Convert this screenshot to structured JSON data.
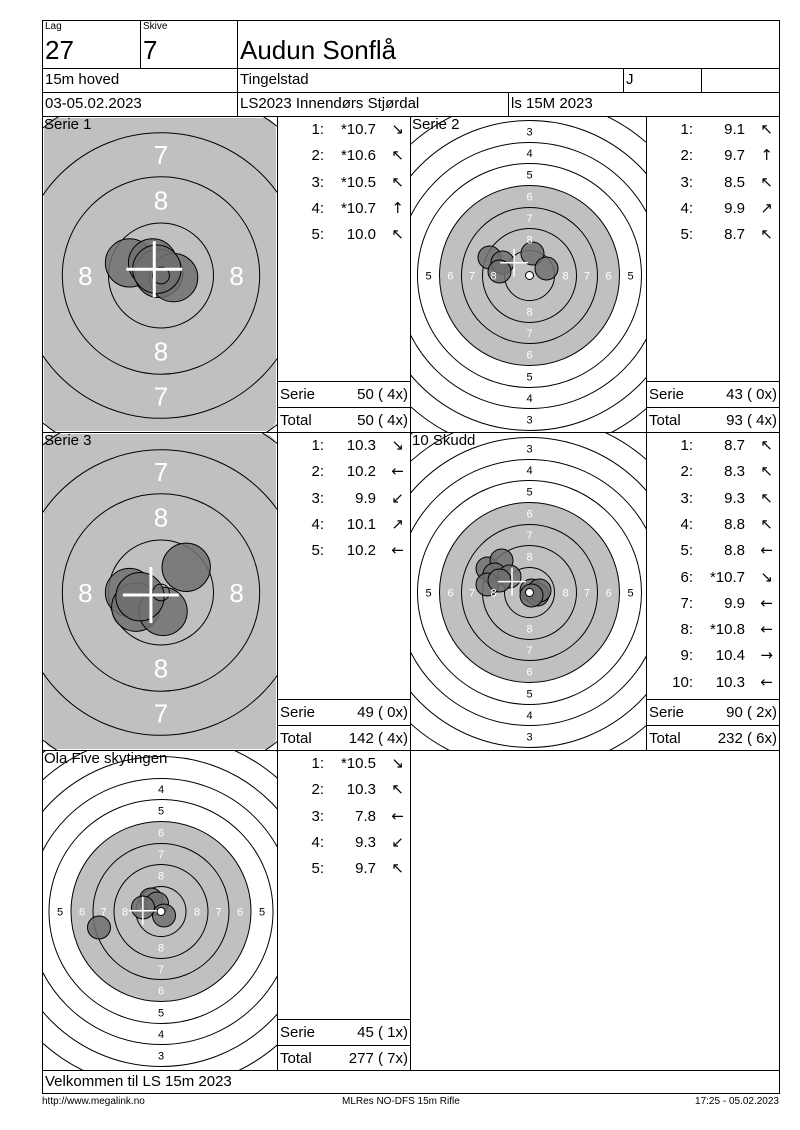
{
  "header": {
    "lag_label": "Lag",
    "lag": "27",
    "skive_label": "Skive",
    "skive": "7",
    "shooter": "Audun Sonflå",
    "class": "15m hoved",
    "club": "Tingelstad",
    "code": "J",
    "extra": "",
    "date": "03-05.02.2023",
    "event": "LS2023 Innendørs Stjørdal",
    "program": "ls 15M 2023"
  },
  "panels": [
    {
      "title": "Serie 1",
      "zoom": true,
      "shots": [
        {
          "n": "1:",
          "v": "*10.7",
          "a": "↘"
        },
        {
          "n": "2:",
          "v": "*10.6",
          "a": "↖"
        },
        {
          "n": "3:",
          "v": "*10.5",
          "a": "↖"
        },
        {
          "n": "4:",
          "v": "*10.7",
          "a": "↑"
        },
        {
          "n": "5:",
          "v": "10.0",
          "a": "↖"
        }
      ],
      "serie_label": "Serie",
      "serie": "50 ( 4x)",
      "total_label": "Total",
      "total": "50 ( 4x)"
    },
    {
      "title": "Serie 2",
      "zoom": false,
      "shots": [
        {
          "n": "1:",
          "v": "9.1",
          "a": "↖"
        },
        {
          "n": "2:",
          "v": "9.7",
          "a": "↑"
        },
        {
          "n": "3:",
          "v": "8.5",
          "a": "↖"
        },
        {
          "n": "4:",
          "v": "9.9",
          "a": "↗"
        },
        {
          "n": "5:",
          "v": "8.7",
          "a": "↖"
        }
      ],
      "serie_label": "Serie",
      "serie": "43 ( 0x)",
      "total_label": "Total",
      "total": "93 ( 4x)"
    },
    {
      "title": "Serie 3",
      "zoom": true,
      "shots": [
        {
          "n": "1:",
          "v": "10.3",
          "a": "↘"
        },
        {
          "n": "2:",
          "v": "10.2",
          "a": "←"
        },
        {
          "n": "3:",
          "v": "9.9",
          "a": "↙"
        },
        {
          "n": "4:",
          "v": "10.1",
          "a": "↗"
        },
        {
          "n": "5:",
          "v": "10.2",
          "a": "←"
        }
      ],
      "serie_label": "Serie",
      "serie": "49 ( 0x)",
      "total_label": "Total",
      "total": "142 ( 4x)"
    },
    {
      "title": "10 Skudd",
      "zoom": false,
      "shots": [
        {
          "n": "1:",
          "v": "8.7",
          "a": "↖"
        },
        {
          "n": "2:",
          "v": "8.3",
          "a": "↖"
        },
        {
          "n": "3:",
          "v": "9.3",
          "a": "↖"
        },
        {
          "n": "4:",
          "v": "8.8",
          "a": "↖"
        },
        {
          "n": "5:",
          "v": "8.8",
          "a": "←"
        },
        {
          "n": "6:",
          "v": "*10.7",
          "a": "↘"
        },
        {
          "n": "7:",
          "v": "9.9",
          "a": "←"
        },
        {
          "n": "8:",
          "v": "*10.8",
          "a": "←"
        },
        {
          "n": "9:",
          "v": "10.4",
          "a": "→"
        },
        {
          "n": "10:",
          "v": "10.3",
          "a": "←"
        }
      ],
      "serie_label": "Serie",
      "serie": "90 ( 2x)",
      "total_label": "Total",
      "total": "232 ( 6x)"
    },
    {
      "title": "Ola Five skytingen",
      "zoom": false,
      "shots": [
        {
          "n": "1:",
          "v": "*10.5",
          "a": "↘"
        },
        {
          "n": "2:",
          "v": "10.3",
          "a": "↖"
        },
        {
          "n": "3:",
          "v": "7.8",
          "a": "←"
        },
        {
          "n": "4:",
          "v": "9.3",
          "a": "↙"
        },
        {
          "n": "5:",
          "v": "9.7",
          "a": "↖"
        }
      ],
      "serie_label": "Serie",
      "serie": "45 ( 1x)",
      "total_label": "Total",
      "total": "277 ( 7x)"
    }
  ],
  "footer": {
    "message": "Velkommen til LS 15m 2023",
    "url": "http://www.megalink.no",
    "software": "MLRes NO-DFS 15m Rifle",
    "timestamp": "17:25 - 05.02.2023"
  },
  "colors": {
    "target_grey": "#c0c0c0",
    "shot": "#707070"
  }
}
